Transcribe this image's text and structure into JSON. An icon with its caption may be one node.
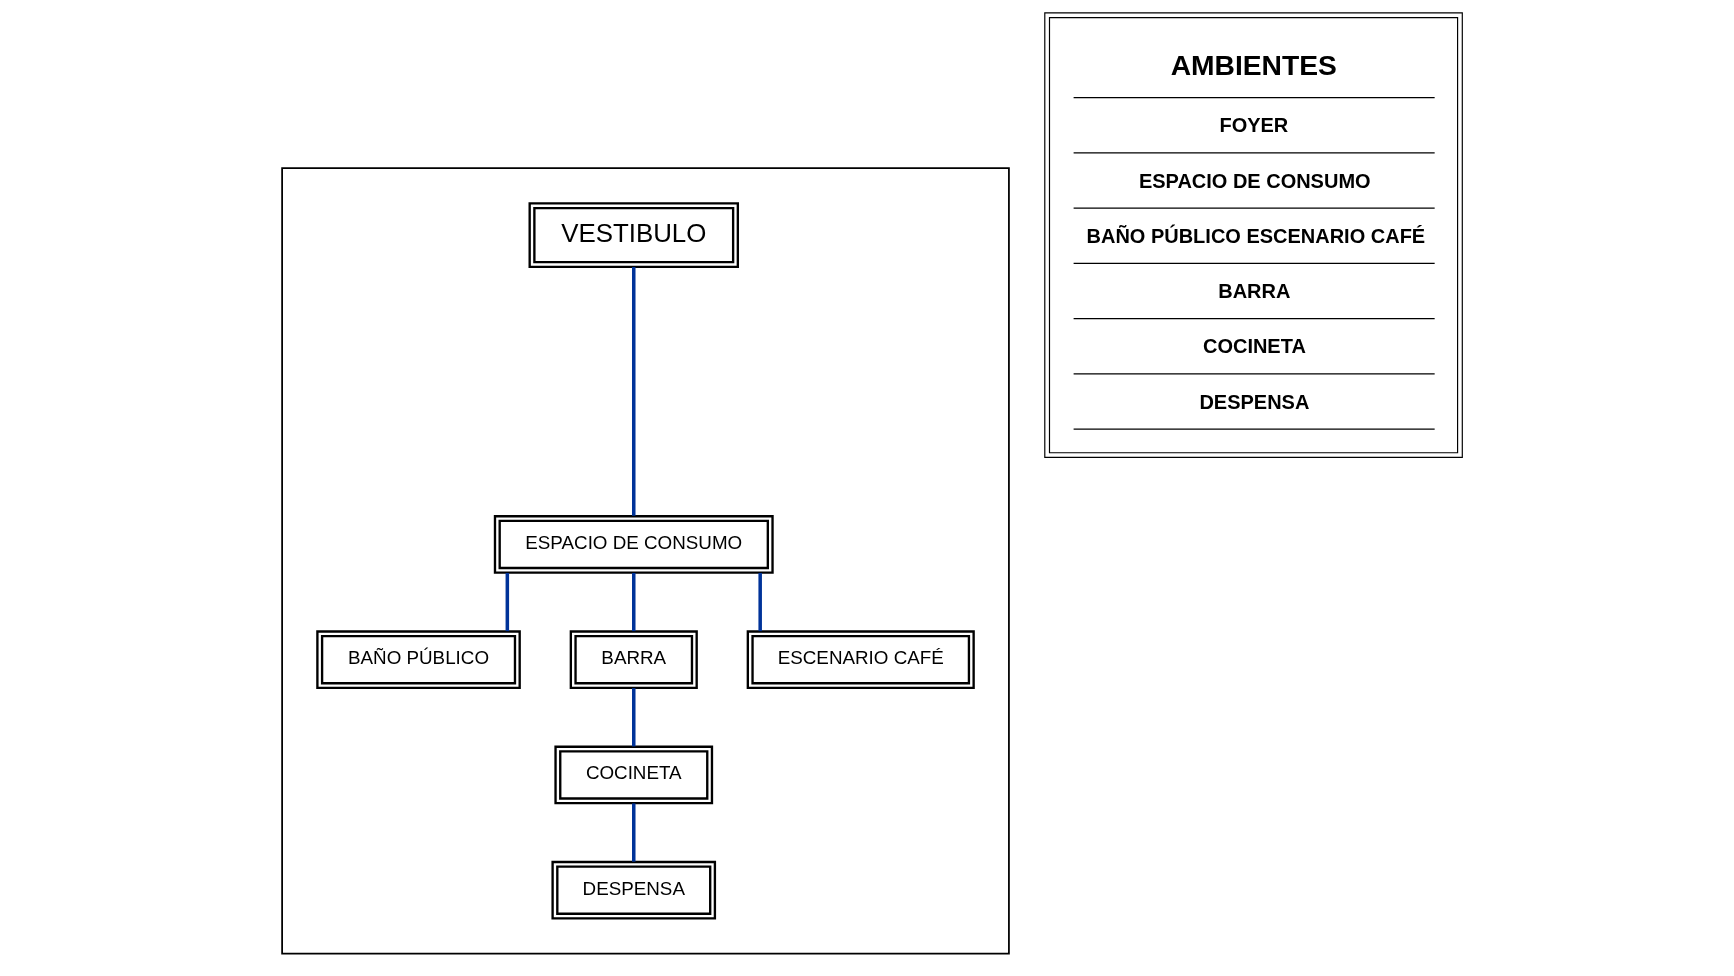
{
  "diagram": {
    "nodes": [
      {
        "text": [],
        "shape": "box"
      },
      {
        "text": [
          "VESTIBULO"
        ],
        "in": 0
      },
      {
        "text": [
          "ESPACIO DE CONSUMO"
        ],
        "in": 0
      },
      {
        "text": [
          "BAÑO PÚBLICO"
        ],
        "in": 0
      },
      {
        "text": [
          "BARRA"
        ],
        "in": 0
      },
      {
        "text": [
          "ESCENARIO CAFÉ"
        ],
        "in": 0
      },
      {
        "text": [
          "COCINETA"
        ],
        "in": 0
      },
      {
        "text": [
          "DESPENSA"
        ],
        "in": 0
      },
      {
        "text": [
          "AMBIENTES",
          "FOYER",
          "ESPACIO DE CONSUMO",
          "BAÑO PÚBLICO ESCENARIO CAFÉ",
          "BARRA",
          "COCINETA",
          "DESPENSA"
        ]
      }
    ],
    "edges": [
      {
        "from": 1,
        "to": 2,
        "arrow": "none"
      },
      {
        "from": 2,
        "to": 3,
        "arrow": "none"
      },
      {
        "from": 2,
        "to": 4,
        "arrow": "none"
      },
      {
        "from": 2,
        "to": 5,
        "arrow": "none"
      },
      {
        "from": 4,
        "to": 6,
        "arrow": "none"
      },
      {
        "from": 6,
        "to": 7,
        "arrow": "none"
      }
    ]
  }
}
